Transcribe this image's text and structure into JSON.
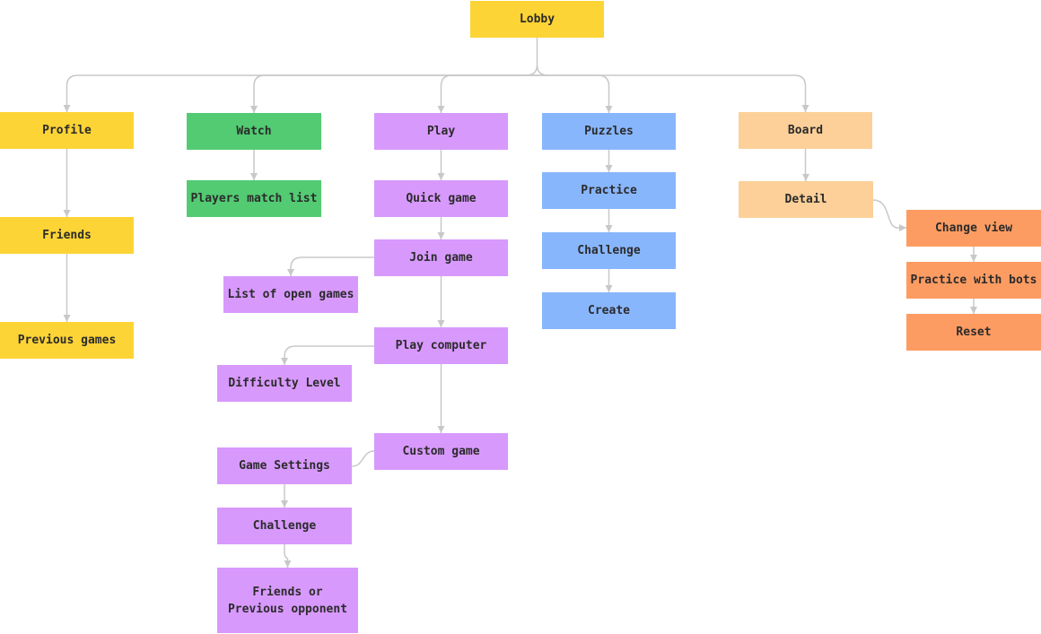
{
  "colors": {
    "yellow": "#fdd435",
    "green": "#52cb72",
    "purple": "#d899fd",
    "blue": "#88b6fd",
    "peach": "#fcd098",
    "orange": "#fd9c62",
    "connector": "#c8c8c8"
  },
  "nodes": {
    "lobby": "Lobby",
    "profile": "Profile",
    "friends": "Friends",
    "previous_games": "Previous games",
    "watch": "Watch",
    "players_match_list": "Players match list",
    "play": "Play",
    "quick_game": "Quick game",
    "join_game": "Join game",
    "list_open_games": "List of open games",
    "play_computer": "Play computer",
    "difficulty_level": "Difficulty Level",
    "custom_game": "Custom game",
    "game_settings": "Game Settings",
    "challenge_play": "Challenge",
    "friends_prev_opp_line1": "Friends or",
    "friends_prev_opp_line2": "Previous opponent",
    "puzzles": "Puzzles",
    "practice": "Practice",
    "challenge_puzzles": "Challenge",
    "create": "Create",
    "board": "Board",
    "detail": "Detail",
    "change_view": "Change view",
    "practice_bots": "Practice with bots",
    "reset": "Reset"
  },
  "edges": [
    [
      "lobby",
      "profile"
    ],
    [
      "lobby",
      "watch"
    ],
    [
      "lobby",
      "play"
    ],
    [
      "lobby",
      "puzzles"
    ],
    [
      "lobby",
      "board"
    ],
    [
      "profile",
      "friends"
    ],
    [
      "friends",
      "previous_games"
    ],
    [
      "watch",
      "players_match_list"
    ],
    [
      "play",
      "quick_game"
    ],
    [
      "quick_game",
      "join_game"
    ],
    [
      "join_game",
      "list_open_games"
    ],
    [
      "join_game",
      "play_computer"
    ],
    [
      "play_computer",
      "difficulty_level"
    ],
    [
      "play_computer",
      "custom_game"
    ],
    [
      "custom_game",
      "game_settings"
    ],
    [
      "game_settings",
      "challenge_play"
    ],
    [
      "challenge_play",
      "friends_prev_opp"
    ],
    [
      "puzzles",
      "practice"
    ],
    [
      "practice",
      "challenge_puzzles"
    ],
    [
      "challenge_puzzles",
      "create"
    ],
    [
      "board",
      "detail"
    ],
    [
      "detail",
      "change_view"
    ],
    [
      "change_view",
      "practice_bots"
    ],
    [
      "practice_bots",
      "reset"
    ]
  ]
}
